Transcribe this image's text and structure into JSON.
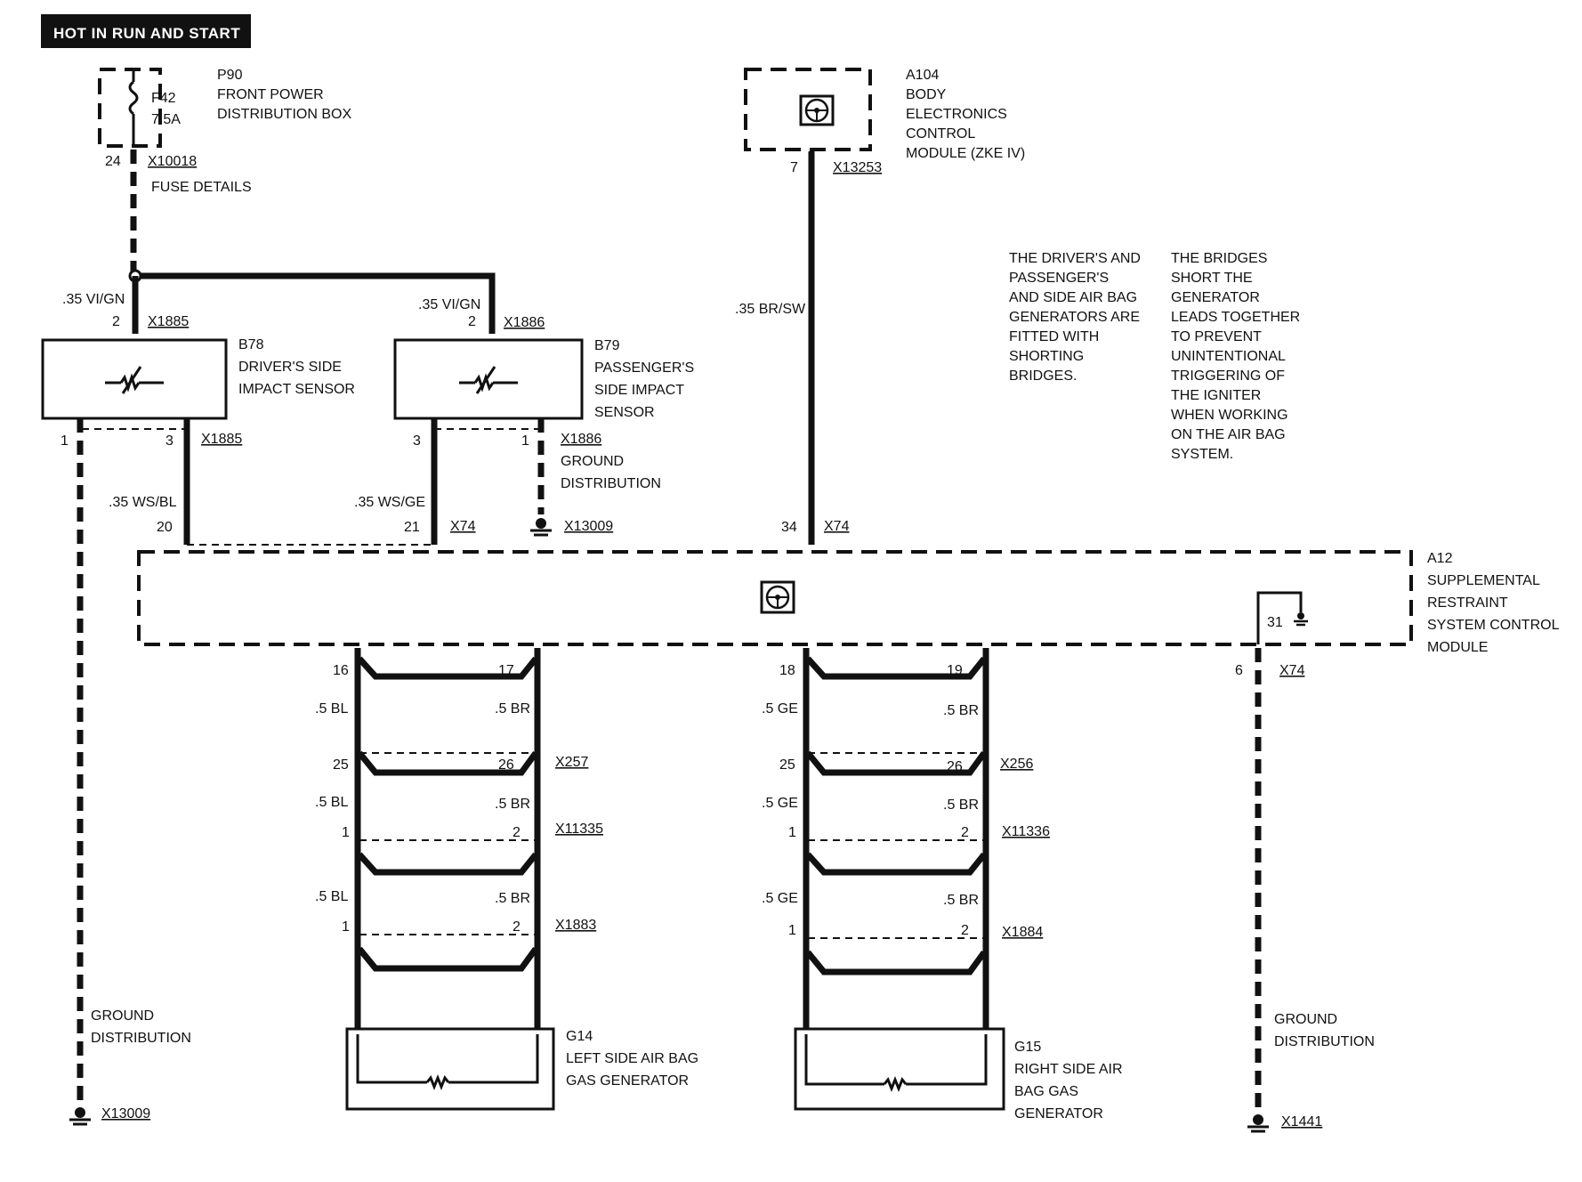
{
  "banner": "HOT IN RUN AND START",
  "fuse": {
    "id": "P90",
    "box_name": [
      "FRONT POWER",
      "DISTRIBUTION BOX"
    ],
    "fuse_label": "F42",
    "rating": "7.5A",
    "pin": "24",
    "connector": "X10018",
    "details": "FUSE DETAILS"
  },
  "zke": {
    "id": "A104",
    "name": [
      "BODY",
      "ELECTRONICS",
      "CONTROL",
      "MODULE (ZKE IV)"
    ],
    "pin": "7",
    "connector": "X13253",
    "wire": ".35 BR/SW"
  },
  "wires": {
    "b78_in": ".35 VI/GN",
    "b79_in": ".35 VI/GN",
    "b78_out": ".35 WS/BL",
    "b79_out": ".35 WS/GE"
  },
  "b78": {
    "id": "B78",
    "name": [
      "DRIVER'S SIDE",
      "IMPACT SENSOR"
    ],
    "pin_in": "2",
    "conn_in": "X1885",
    "pin_gnd": "1",
    "pin_out": "3",
    "conn_out": "X1885"
  },
  "b79": {
    "id": "B79",
    "name": [
      "PASSENGER'S",
      "SIDE IMPACT",
      "SENSOR"
    ],
    "pin_in": "2",
    "conn_in": "X1886",
    "pin_out": "3",
    "pin_gnd": "1",
    "conn_gnd": "X1886",
    "ground_label": [
      "GROUND",
      "DISTRIBUTION"
    ],
    "ground_conn": "X13009"
  },
  "notes": {
    "left": [
      "THE DRIVER'S AND",
      "PASSENGER'S",
      "AND SIDE AIR BAG",
      "GENERATORS ARE",
      "FITTED WITH",
      "SHORTING",
      "BRIDGES."
    ],
    "right": [
      "THE BRIDGES",
      "SHORT THE",
      "GENERATOR",
      "LEADS TOGETHER",
      "TO PREVENT",
      "UNINTENTIONAL",
      "TRIGGERING OF",
      "THE IGNITER",
      "WHEN WORKING",
      "ON THE AIR BAG",
      "SYSTEM."
    ]
  },
  "module": {
    "id": "A12",
    "name": [
      "SUPPLEMENTAL",
      "RESTRAINT",
      "SYSTEM CONTROL",
      "MODULE"
    ],
    "pin20": "20",
    "pin21": "21",
    "conn_top_left": "X74",
    "pin34": "34",
    "conn_top_right": "X74",
    "pin31": "31",
    "pin6": "6",
    "conn_bottom": "X74"
  },
  "left_gen": {
    "pins_top": [
      "16",
      "17"
    ],
    "wire_a": ".5 BL",
    "wire_b": ".5 BR",
    "pins_c1": [
      "25",
      "26"
    ],
    "conn1": "X257",
    "pins_c2": [
      "1",
      "2"
    ],
    "conn2": "X11335",
    "pins_c3": [
      "1",
      "2"
    ],
    "conn3": "X1883",
    "id": "G14",
    "name": [
      "LEFT SIDE AIR BAG",
      "GAS GENERATOR"
    ]
  },
  "right_gen": {
    "pins_top": [
      "18",
      "19"
    ],
    "wire_a": ".5 GE",
    "wire_b": ".5 BR",
    "pins_c1": [
      "25",
      "26"
    ],
    "conn1": "X256",
    "pins_c2": [
      "1",
      "2"
    ],
    "conn2": "X11336",
    "pins_c3": [
      "1",
      "2"
    ],
    "conn3": "X1884",
    "id": "G15",
    "name": [
      "RIGHT SIDE AIR",
      "BAG GAS",
      "GENERATOR"
    ]
  },
  "ground_left": {
    "label": [
      "GROUND",
      "DISTRIBUTION"
    ],
    "connector": "X13009"
  },
  "ground_right": {
    "label": [
      "GROUND",
      "DISTRIBUTION"
    ],
    "connector": "X1441"
  }
}
